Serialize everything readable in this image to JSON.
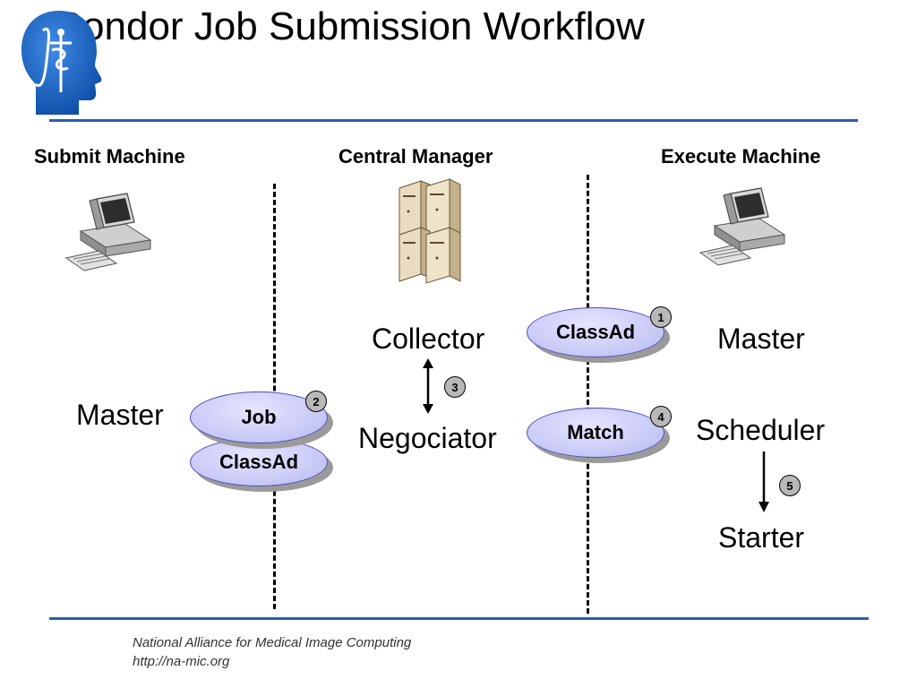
{
  "title": "Condor Job Submission Workflow",
  "columns": {
    "submit": "Submit Machine",
    "central": "Central Manager",
    "execute": "Execute Machine"
  },
  "submit_machine": {
    "master": "Master"
  },
  "central_manager": {
    "collector": "Collector",
    "negociator": "Negociator"
  },
  "execute_machine": {
    "master": "Master",
    "scheduler": "Scheduler",
    "starter": "Starter"
  },
  "messages": {
    "job": "Job",
    "job_classad": "ClassAd",
    "machine_classad": "ClassAd",
    "match": "Match"
  },
  "steps": {
    "s1": "1",
    "s2": "2",
    "s3": "3",
    "s4": "4",
    "s5": "5"
  },
  "footer": {
    "org": "National Alliance for Medical Image Computing",
    "url": "http://na-mic.org"
  },
  "colors": {
    "rule": "#2a5db0",
    "logo": "#1e66c8",
    "oval_fill": "#c6c6f6",
    "oval_border": "#4b4bb0",
    "badge": "#b8b8b8"
  },
  "icons": [
    "na-mic-logo-icon",
    "desktop-computer-icon",
    "server-stack-icon"
  ]
}
